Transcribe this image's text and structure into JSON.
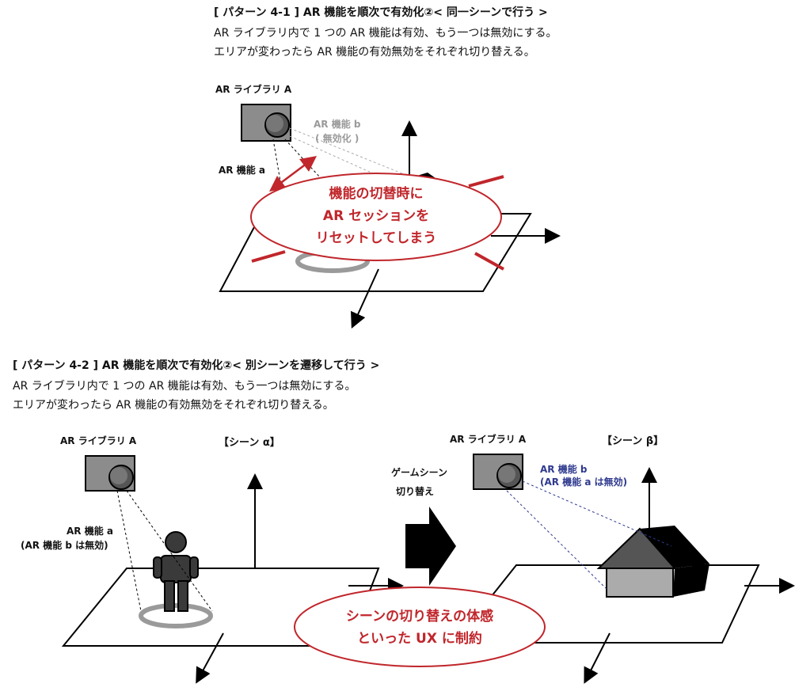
{
  "pattern1": {
    "header": "[ パターン 4-1 ] AR 機能を順次で有効化②< 同一シーンで行う >",
    "line1": "AR ライブラリ内で 1 つの AR 機能は有効、もう一つは無効にする。",
    "line2": "エリアが変わったら AR 機能の有効無効をそれぞれ切り替える。",
    "library_label": "AR ライブラリ A",
    "feature_b_label": "AR 機能 b",
    "feature_b_sub": "( 無効化 )",
    "feature_a_label": "AR 機能 a",
    "bubble": [
      "機能の切替時に",
      "AR セッションを",
      "リセットしてしまう"
    ]
  },
  "pattern2": {
    "header": "[ パターン 4-2 ] AR 機能を順次で有効化②< 別シーンを遷移して行う >",
    "line1": "AR ライブラリ内で 1 つの AR 機能は有効、もう一つは無効にする。",
    "line2": "エリアが変わったら AR 機能の有効無効をそれぞれ切り替える。",
    "library_label_left": "AR ライブラリ A",
    "scene_alpha": "【シーン α】",
    "feature_a_label": "AR 機能 a",
    "feature_a_sub": "(AR 機能 b は無効)",
    "switch_line1": "ゲームシーン",
    "switch_line2": "切り替え",
    "library_label_right": "AR ライブラリ A",
    "scene_beta": "【シーン β】",
    "feature_b_label": "AR 機能 b",
    "feature_b_sub": "(AR 機能 a は無効)",
    "bubble": [
      "シーンの切り替えの体感",
      "といった UX に制約"
    ]
  },
  "colors": {
    "warning_red": "#c0262b",
    "feature_b_blue": "#2f3a8f",
    "disabled_gray": "#9a9a9a",
    "camera_body": "#8c8c8c"
  }
}
